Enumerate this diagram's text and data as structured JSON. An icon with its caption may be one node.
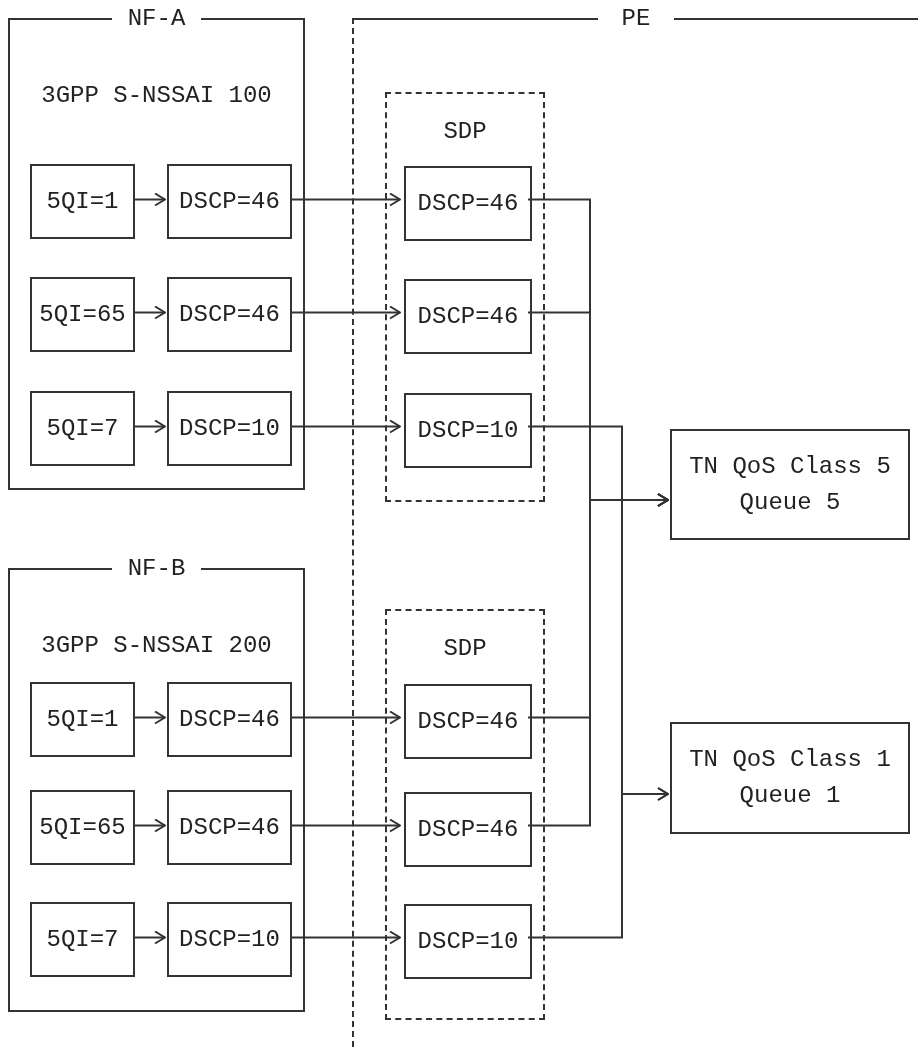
{
  "diagram": {
    "nodes": [
      {
        "text": [
          "PE"
        ]
      },
      {
        "text": [
          "NF-A",
          "3GPP S-NSSAI 100"
        ]
      },
      {
        "text": [
          "5QI=1"
        ],
        "in": 1
      },
      {
        "text": [
          "DSCP=46"
        ],
        "in": 1
      },
      {
        "text": [
          "5QI=65"
        ],
        "in": 1
      },
      {
        "text": [
          "DSCP=46"
        ],
        "in": 1
      },
      {
        "text": [
          "5QI=7"
        ],
        "in": 1
      },
      {
        "text": [
          "DSCP=10"
        ],
        "in": 1
      },
      {
        "text": [
          "SDP"
        ],
        "in": 0
      },
      {
        "text": [
          "DSCP=46"
        ],
        "in": 8
      },
      {
        "text": [
          "DSCP=46"
        ],
        "in": 8
      },
      {
        "text": [
          "DSCP=10"
        ],
        "in": 8
      },
      {
        "text": [
          "NF-B",
          "3GPP S-NSSAI 200"
        ]
      },
      {
        "text": [
          "5QI=1"
        ],
        "in": 12
      },
      {
        "text": [
          "DSCP=46"
        ],
        "in": 12
      },
      {
        "text": [
          "5QI=65"
        ],
        "in": 12
      },
      {
        "text": [
          "DSCP=46"
        ],
        "in": 12
      },
      {
        "text": [
          "5QI=7"
        ],
        "in": 12
      },
      {
        "text": [
          "DSCP=10"
        ],
        "in": 12
      },
      {
        "text": [
          "SDP"
        ],
        "in": 0
      },
      {
        "text": [
          "DSCP=46"
        ],
        "in": 19
      },
      {
        "text": [
          "DSCP=46"
        ],
        "in": 19
      },
      {
        "text": [
          "DSCP=10"
        ],
        "in": 19
      },
      {
        "text": [
          "TN QoS Class 5",
          "Queue 5"
        ],
        "in": 0
      },
      {
        "text": [
          "TN QoS Class 1",
          "Queue 1"
        ],
        "in": 0
      }
    ],
    "edges": [
      {
        "from": 2,
        "to": 3,
        "arrow": "to"
      },
      {
        "from": 4,
        "to": 5,
        "arrow": "to"
      },
      {
        "from": 6,
        "to": 7,
        "arrow": "to"
      },
      {
        "from": 3,
        "to": 9,
        "arrow": "to"
      },
      {
        "from": 5,
        "to": 10,
        "arrow": "to"
      },
      {
        "from": 7,
        "to": 11,
        "arrow": "to"
      },
      {
        "from": 9,
        "to": 23,
        "arrow": "to"
      },
      {
        "from": 10,
        "to": 23,
        "arrow": "to"
      },
      {
        "from": 11,
        "to": 24,
        "arrow": "to"
      },
      {
        "from": 13,
        "to": 14,
        "arrow": "to"
      },
      {
        "from": 15,
        "to": 16,
        "arrow": "to"
      },
      {
        "from": 17,
        "to": 18,
        "arrow": "to"
      },
      {
        "from": 14,
        "to": 20,
        "arrow": "to"
      },
      {
        "from": 16,
        "to": 21,
        "arrow": "to"
      },
      {
        "from": 18,
        "to": 22,
        "arrow": "to"
      },
      {
        "from": 20,
        "to": 23,
        "arrow": "to"
      },
      {
        "from": 21,
        "to": 23,
        "arrow": "to"
      },
      {
        "from": 22,
        "to": 24,
        "arrow": "to"
      }
    ]
  }
}
